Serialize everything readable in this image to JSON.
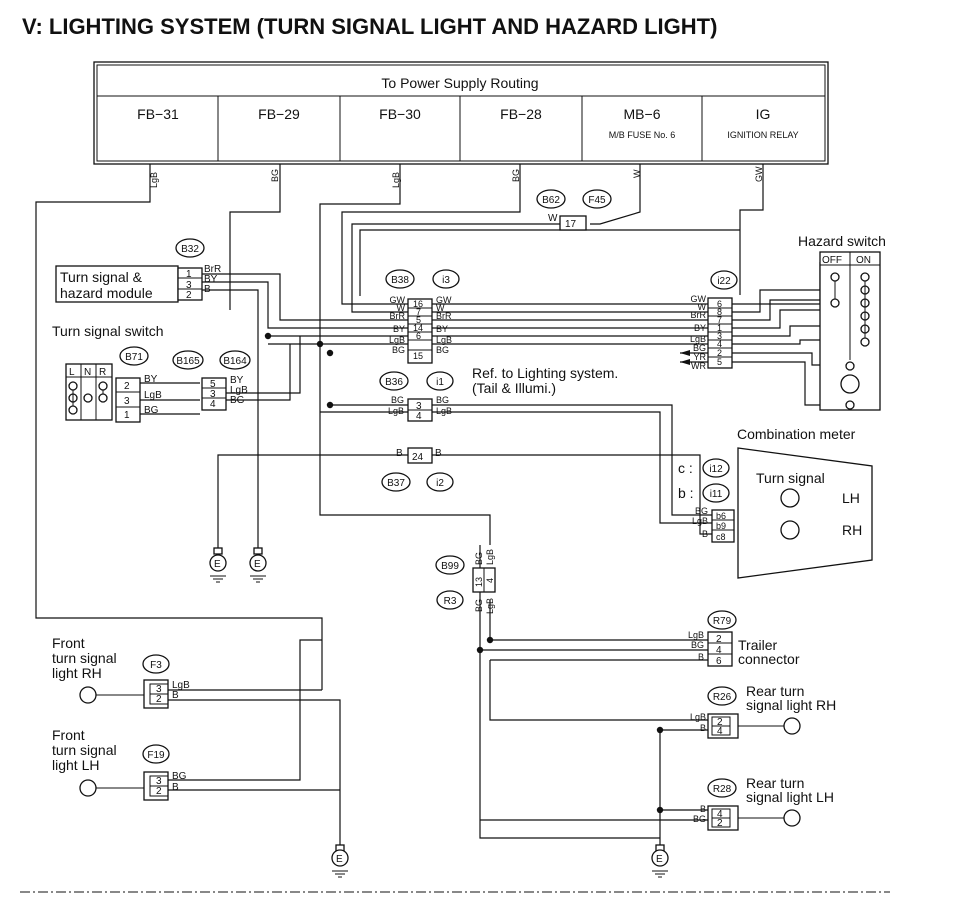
{
  "title": "V:  LIGHTING SYSTEM (TURN SIGNAL LIGHT AND HAZARD LIGHT)",
  "power_supply": {
    "heading": "To Power Supply Routing",
    "cells": [
      {
        "label": "FB−31",
        "sub": ""
      },
      {
        "label": "FB−29",
        "sub": ""
      },
      {
        "label": "FB−30",
        "sub": ""
      },
      {
        "label": "FB−28",
        "sub": ""
      },
      {
        "label": "MB−6",
        "sub": "M/B FUSE No. 6"
      },
      {
        "label": "IG",
        "sub": "IGNITION RELAY"
      }
    ],
    "wires": [
      "LgB",
      "BG",
      "LgB",
      "BG",
      "W",
      "GW"
    ]
  },
  "connectors": {
    "B32": "B32",
    "B71": "B71",
    "B165": "B165",
    "B164": "B164",
    "B38": "B38",
    "i3": "i3",
    "B36": "B36",
    "i1": "i1",
    "B37": "B37",
    "i2": "i2",
    "B62": "B62",
    "F45": "F45",
    "i22": "i22",
    "i12": "i12",
    "i11": "i11",
    "B99": "B99",
    "R3": "R3",
    "F3": "F3",
    "F19": "F19",
    "R79": "R79",
    "R26": "R26",
    "R28": "R28"
  },
  "components": {
    "module_line1": "Turn signal &",
    "module_line2": "hazard module",
    "switch": "Turn signal switch",
    "hazard": "Hazard switch",
    "hazard_off": "OFF",
    "hazard_on": "ON",
    "ref_line1": "Ref. to Lighting system.",
    "ref_line2": "(Tail & Illumi.)",
    "meter": "Combination meter",
    "meter_signal": "Turn signal",
    "meter_lh": "LH",
    "meter_rh": "RH",
    "meter_c": "c :",
    "meter_b": "b :",
    "front_rh": [
      "Front",
      "turn signal",
      "light RH"
    ],
    "front_lh": [
      "Front",
      "turn signal",
      "light LH"
    ],
    "trailer": [
      "Trailer",
      "connector"
    ],
    "rear_rh": [
      "Rear turn",
      "signal light RH"
    ],
    "rear_lh": [
      "Rear turn",
      "signal light LH"
    ],
    "ground": "E"
  },
  "switch_grid": {
    "headers": [
      "L",
      "N",
      "R"
    ]
  },
  "module_pins": [
    {
      "pin": "1",
      "wire": "BrR"
    },
    {
      "pin": "3",
      "wire": "BY"
    },
    {
      "pin": "2",
      "wire": "B"
    }
  ],
  "switch_pins": [
    {
      "pin": "2",
      "wire": "BY"
    },
    {
      "pin": "3",
      "wire": "LgB"
    },
    {
      "pin": "1",
      "wire": "BG"
    }
  ],
  "b164_pins": [
    {
      "pin": "5",
      "wire": "BY"
    },
    {
      "pin": "3",
      "wire": "LgB"
    },
    {
      "pin": "4",
      "wire": "BG"
    }
  ],
  "b38_pins": [
    {
      "left": "GW",
      "pin": "16",
      "right": "GW"
    },
    {
      "left": "W",
      "pin": "7",
      "right": "W"
    },
    {
      "left": "BrR",
      "pin": "5",
      "right": "BrR"
    },
    {
      "left": "BY",
      "pin": "14",
      "right": "BY"
    },
    {
      "left": "LgB",
      "pin": "6",
      "right": "LgB"
    },
    {
      "left": "BG",
      "pin": "15",
      "right": "BG"
    }
  ],
  "i22_pins": [
    {
      "wire": "GW",
      "pin": "6"
    },
    {
      "wire": "W",
      "pin": "8"
    },
    {
      "wire": "BrR",
      "pin": "7"
    },
    {
      "wire": "BY",
      "pin": "1"
    },
    {
      "wire": "LgB",
      "pin": "3"
    },
    {
      "wire": "BG",
      "pin": "4"
    },
    {
      "wire": "YR",
      "pin": "2"
    },
    {
      "wire": "WR",
      "pin": "5"
    }
  ],
  "b36_pins": [
    {
      "left": "BG",
      "pin": "3",
      "right": "BG"
    },
    {
      "left": "LgB",
      "pin": "4",
      "right": "LgB"
    }
  ],
  "b37_pin": {
    "left": "B",
    "pin": "24",
    "right": "B"
  },
  "b62_pin": {
    "wire": "W",
    "pin": "17"
  },
  "meter_pins": [
    {
      "wire": "BG",
      "pin": "b6"
    },
    {
      "wire": "LgB",
      "pin": "b9"
    },
    {
      "wire": "B",
      "pin": "c8"
    }
  ],
  "b99_pins": {
    "top_left": "BG",
    "top_right": "LgB",
    "pins": [
      "13",
      "4"
    ],
    "bot_left": "BG",
    "bot_right": "LgB"
  },
  "f3_pins": [
    {
      "pin": "3",
      "wire": "LgB"
    },
    {
      "pin": "2",
      "wire": "B"
    }
  ],
  "f19_pins": [
    {
      "pin": "3",
      "wire": "BG"
    },
    {
      "pin": "2",
      "wire": "B"
    }
  ],
  "r79_pins": [
    {
      "wire": "LgB",
      "pin": "2"
    },
    {
      "wire": "BG",
      "pin": "4"
    },
    {
      "wire": "B",
      "pin": "6"
    }
  ],
  "r26_pins": [
    {
      "wire": "LgB",
      "pin": "2"
    },
    {
      "wire": "B",
      "pin": "4"
    }
  ],
  "r28_pins": [
    {
      "wire": "B",
      "pin": "4"
    },
    {
      "wire": "BG",
      "pin": "2"
    }
  ]
}
